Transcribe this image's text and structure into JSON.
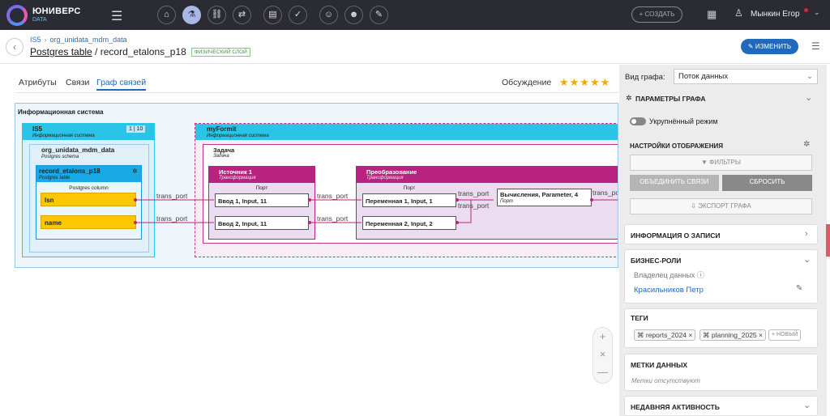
{
  "app": {
    "brand": "ЮНИВЕРС",
    "brand_sub": "DATA"
  },
  "topbar": {
    "nav_icons": [
      "home-icon",
      "model-icon",
      "link-icon",
      "exchange-icon",
      "document-icon",
      "check-icon",
      "person-icon",
      "person-check-icon",
      "wrench-icon"
    ],
    "create_label": "+ СОЗДАТЬ",
    "user_name": "Мынкин Егор"
  },
  "header": {
    "breadcrumb": [
      "IS5",
      "org_unidata_mdm_data"
    ],
    "title_link": "Postgres table",
    "title_sep": " / ",
    "title_rest": "record_etalons_p18",
    "layer_badge": "ФИЗИЧЕСКИЙ СЛОЙ",
    "edit_label": "ИЗМЕНИТЬ"
  },
  "tabs": [
    {
      "label": "Атрибуты",
      "active": false
    },
    {
      "label": "Связи",
      "active": false
    },
    {
      "label": "Граф связей",
      "active": true
    }
  ],
  "discussion": {
    "label": "Обсуждение",
    "stars": "★★★★★"
  },
  "graph": {
    "root_title": "Информационная система",
    "is5": {
      "title": "IS5",
      "sub": "Информационная система",
      "count": "1 | 10"
    },
    "schema": {
      "title": "org_unidata_mdm_data",
      "sub": "Postgres schema"
    },
    "table": {
      "title": "record_etalons_p18",
      "sub": "Postgres table",
      "col_header": "Postgres column",
      "cols": [
        "lsn",
        "name"
      ]
    },
    "myformit": {
      "title": "myFormit",
      "sub": "Информационная система"
    },
    "task": {
      "title": "Задача",
      "sub": "Задача"
    },
    "source": {
      "title": "Источник 1",
      "sub": "Трансформация",
      "port_header": "Порт",
      "ports": [
        "Ввод 1, Input, 11",
        "Ввод 2, Input, 11"
      ]
    },
    "transform": {
      "title": "Преобразование",
      "sub": "Трансформация",
      "port_header": "Порт",
      "ports": [
        "Переменная 1, Input, 1",
        "Переменная 2, Input, 2"
      ]
    },
    "calc": {
      "title": "Вычисления, Parameter, 4",
      "sub": "Порт"
    },
    "edge_label": "trans_port",
    "zoom": [
      "+",
      "×",
      "—"
    ]
  },
  "panel": {
    "view_label": "Вид графа:",
    "view_value": "Поток данных",
    "params_title": "ПАРАМЕТРЫ ГРАФА",
    "compact_mode": "Укрупнённый режим",
    "display_settings": "НАСТРОЙКИ ОТОБРАЖЕНИЯ",
    "filters": "ФИЛЬТРЫ",
    "merge": "ОБЪЕДИНИТЬ СВЯЗИ",
    "reset": "СБРОСИТЬ",
    "export": "ЭКСПОРТ ГРАФА",
    "record_info": "ИНФОРМАЦИЯ О ЗАПИСИ",
    "business_roles": "БИЗНЕС-РОЛИ",
    "owner_label": "Владелец данных",
    "owner_name": "Красильников Петр",
    "tags_title": "ТЕГИ",
    "tags": [
      "reports_2024",
      "planning_2025"
    ],
    "new_tag": "+ НОВЫЙ",
    "labels_title": "МЕТКИ ДАННЫХ",
    "labels_empty": "Метки отсутствуют",
    "recent_title": "НЕДАВНЯЯ АКТИВНОСТЬ"
  },
  "colors": {
    "accent": "#2268bb",
    "is5": "#29c4e6",
    "source": "#b8237f",
    "highlight": "#fdc700"
  }
}
